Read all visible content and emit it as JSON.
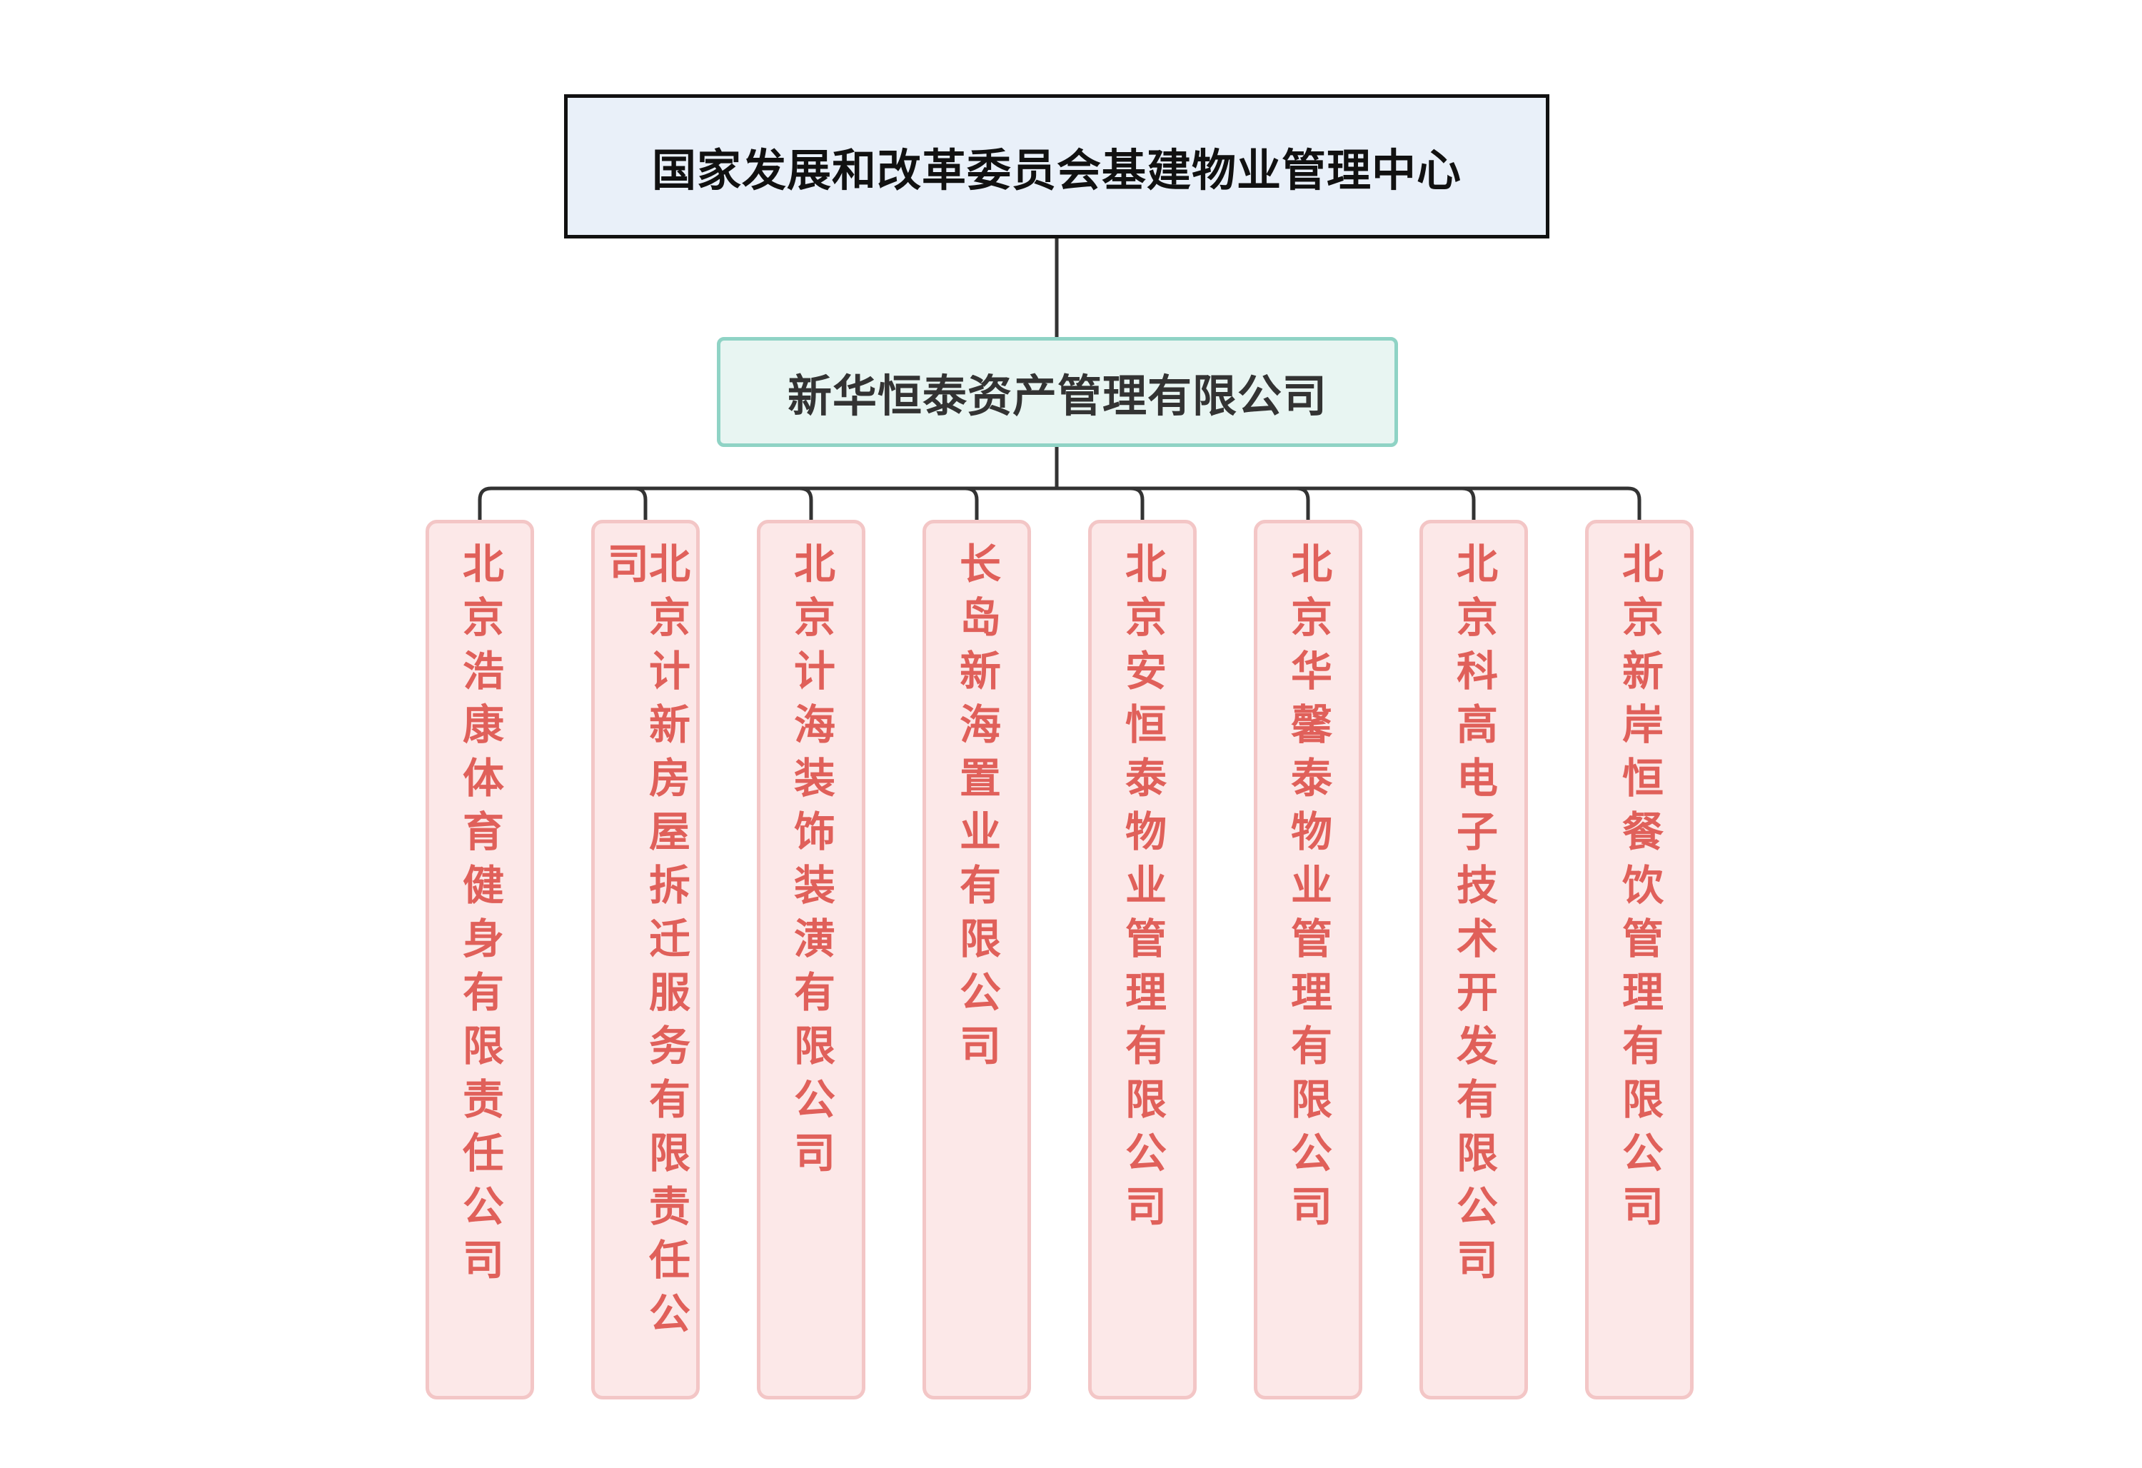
{
  "diagram": {
    "type": "org-chart",
    "colors": {
      "connector": "#333333",
      "root_fill": "#e9f0f9",
      "root_border": "#111111",
      "mid_fill": "#e8f5f2",
      "mid_border": "#8fd3c5",
      "leaf_fill": "#fce8e8",
      "leaf_border": "#f3c6c6",
      "leaf_text": "#e0605a"
    },
    "root": {
      "label": "国家发展和改革委员会基建物业管理中心"
    },
    "mid": {
      "label": "新华恒泰资产管理有限公司"
    },
    "leaves": [
      {
        "label": "北京浩康体育健身有限责任公司"
      },
      {
        "label": "北京计新房屋拆迁服务有限责任公司"
      },
      {
        "label": "北京计海装饰装潢有限公司"
      },
      {
        "label": "长岛新海置业有限公司"
      },
      {
        "label": "北京安恒泰物业管理有限公司"
      },
      {
        "label": "北京华馨泰物业管理有限公司"
      },
      {
        "label": "北京科高电子技术开发有限公司"
      },
      {
        "label": "北京新岸恒餐饮管理有限公司"
      }
    ]
  }
}
